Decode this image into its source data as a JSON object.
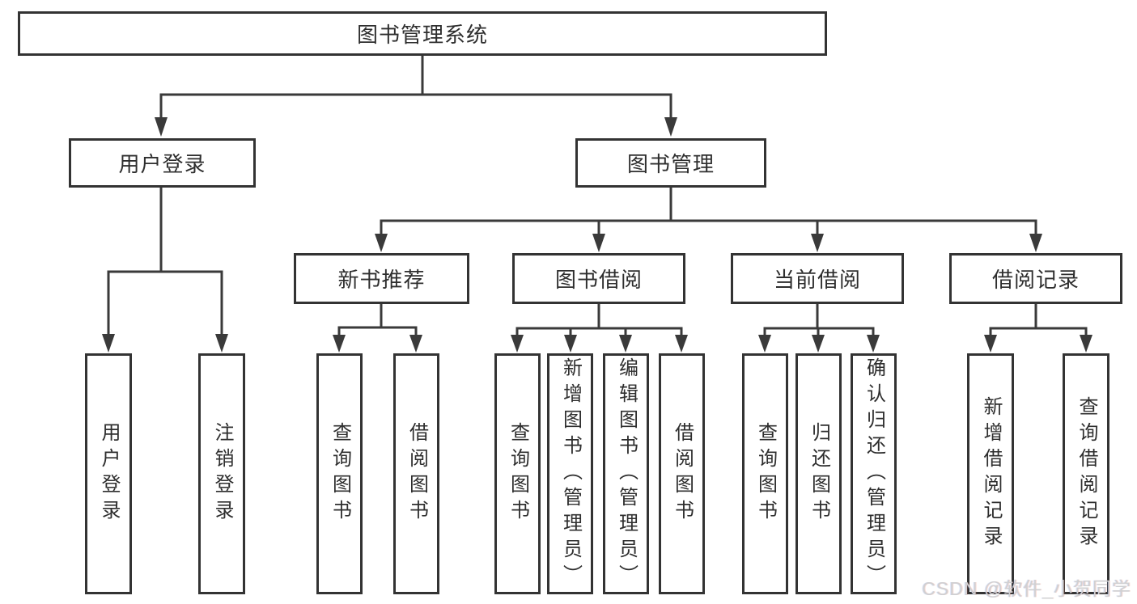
{
  "diagram": {
    "root": {
      "label": "图书管理系统"
    },
    "level2": [
      {
        "label": "用户登录"
      },
      {
        "label": "图书管理"
      }
    ],
    "level3": [
      {
        "label": "新书推荐"
      },
      {
        "label": "图书借阅"
      },
      {
        "label": "当前借阅"
      },
      {
        "label": "借阅记录"
      }
    ],
    "leaves": {
      "user_login": [
        {
          "label": "用户登录"
        },
        {
          "label": "注销登录"
        }
      ],
      "new_book_recommend": [
        {
          "label": "查询图书"
        },
        {
          "label": "借阅图书"
        }
      ],
      "book_borrow": [
        {
          "label": "查询图书"
        },
        {
          "label": "新增图书（管理员）"
        },
        {
          "label": "编辑图书（管理员）"
        },
        {
          "label": "借阅图书"
        }
      ],
      "current_borrow": [
        {
          "label": "查询图书"
        },
        {
          "label": "归还图书"
        },
        {
          "label": "确认归还（管理员）"
        }
      ],
      "borrow_record": [
        {
          "label": "新增借阅记录"
        },
        {
          "label": "查询借阅记录"
        }
      ]
    }
  },
  "watermark": {
    "text": "CSDN @软件_小贺同学"
  },
  "colors": {
    "line": "#3a3a3a",
    "box_border": "#333333",
    "text": "#2e2e2e",
    "watermark": "#d0d0d2",
    "background": "#ffffff"
  }
}
